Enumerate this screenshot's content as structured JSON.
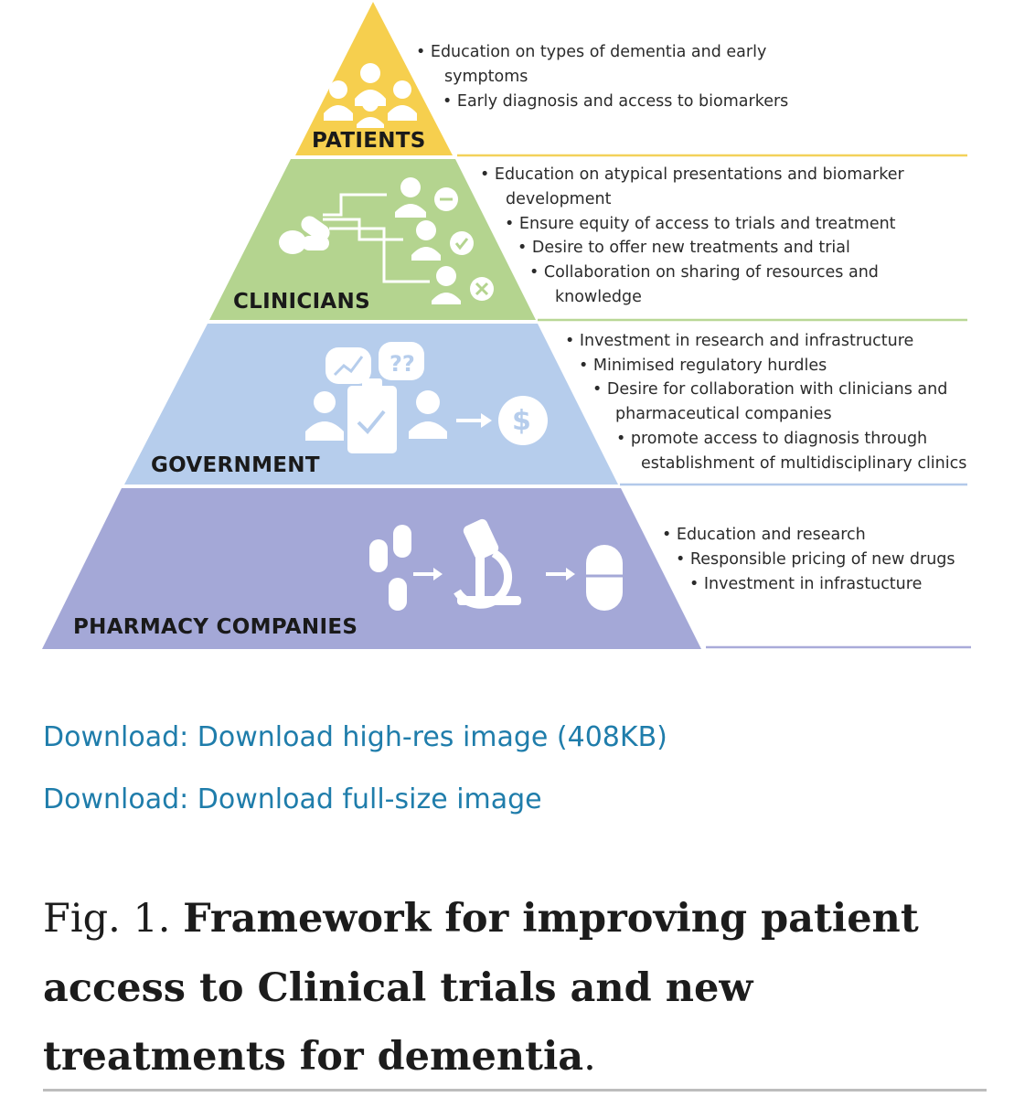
{
  "colors": {
    "patients": "#f6cf4e",
    "clinicians": "#b4d48f",
    "government": "#b6cdec",
    "pharmacy": "#a4a8d7",
    "patients_line": "#f3d15a",
    "clinicians_line": "#b9d796",
    "government_line": "#b3c9ea",
    "pharmacy_line": "#a9abd9",
    "link": "#1f7dab"
  },
  "tiers": [
    {
      "label": "PATIENTS",
      "icon": "people-group-icon",
      "bullets": [
        "• Education on types of dementia and early",
        "symptoms",
        "• Early diagnosis and access to biomarkers"
      ]
    },
    {
      "label": "CLINICIANS",
      "icon": "pills-flow-decision-icon",
      "bullets": [
        "• Education on atypical presentations and biomarker",
        "development",
        "•  Ensure equity of access to trials and treatment",
        "•  Desire to offer new treatments and trial",
        "• Collaboration on sharing of resources  and",
        "knowledge"
      ]
    },
    {
      "label": "GOVERNMENT",
      "icon": "funding-policy-icon",
      "bullets": [
        "• Investment in research and infrastructure",
        "•  Minimised regulatory hurdles",
        "•  Desire for collaboration with clinicians and",
        "pharmaceutical companies",
        "• promote access to diagnosis through",
        "establishment of multidisciplinary clinics"
      ]
    },
    {
      "label": "PHARMACY COMPANIES",
      "icon": "drug-research-icon",
      "bullets": [
        "• Education and research",
        "•  Responsible pricing of new drugs",
        "•  Investment in infrastucture"
      ]
    }
  ],
  "links": {
    "high_res": "Download: Download high-res image (408KB)",
    "full_size": "Download: Download full-size image"
  },
  "caption": {
    "prefix": "Fig. 1.",
    "title": "Framework for improving patient access to Clinical trials and new treatments for dementia",
    "suffix": "."
  }
}
